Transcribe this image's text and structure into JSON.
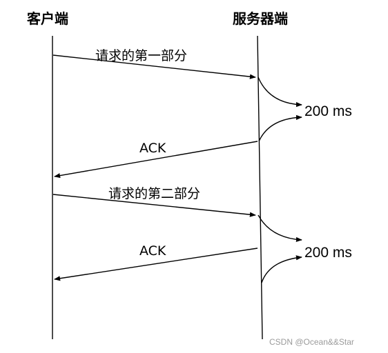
{
  "client_label": "客户端",
  "server_label": "服务器端",
  "messages": [
    {
      "label": "请求的第一部分",
      "direction": "client-to-server"
    },
    {
      "label": "ACK",
      "direction": "server-to-client"
    },
    {
      "label": "请求的第二部分",
      "direction": "client-to-server"
    },
    {
      "label": "ACK",
      "direction": "server-to-client"
    }
  ],
  "delays": [
    "200 ms",
    "200 ms"
  ],
  "watermark": "CSDN @Ocean&&Star"
}
